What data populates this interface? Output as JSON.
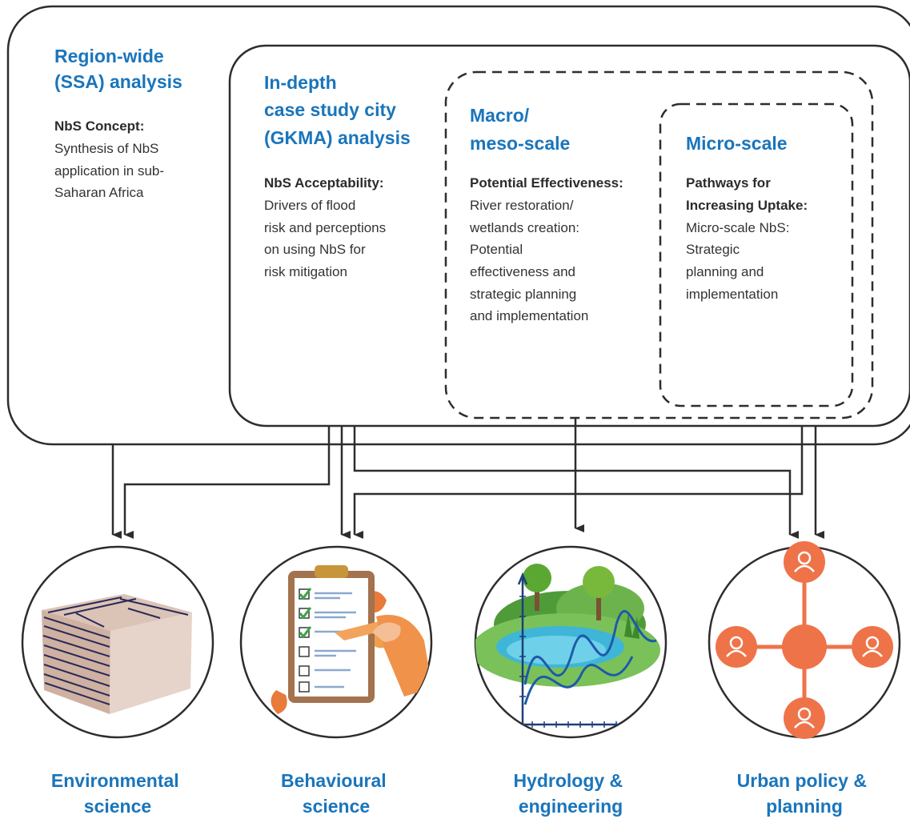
{
  "colors": {
    "heading": "#1a75bb",
    "frame": "#2d2d2d",
    "accent_orange": "#ef7349",
    "accent_green": "#5aa832",
    "accent_blue": "#1e5aa8"
  },
  "scales": {
    "region": {
      "title_lines": [
        "Region-wide",
        "(SSA) analysis"
      ],
      "label": "NbS Concept:",
      "body_lines": [
        "Synthesis of NbS",
        "application in sub-",
        "Saharan Africa"
      ]
    },
    "city": {
      "title_lines": [
        "In-depth",
        "case study city",
        "(GKMA) analysis"
      ],
      "label": "NbS Acceptability:",
      "body_lines": [
        "Drivers of flood",
        "risk and perceptions",
        "on using NbS for",
        "risk mitigation"
      ]
    },
    "macro": {
      "title_lines": [
        "Macro/",
        "meso-scale"
      ],
      "label": "Potential Effectiveness:",
      "body_lines": [
        "River restoration/",
        "wetlands creation:",
        "Potential",
        "effectiveness and",
        "strategic planning",
        "and implementation"
      ]
    },
    "micro": {
      "title_lines": [
        "Micro-scale"
      ],
      "label_lines": [
        "Pathways for",
        "Increasing Uptake:"
      ],
      "body_lines": [
        "Micro-scale NbS:",
        "Strategic",
        "planning and",
        "implementation"
      ]
    }
  },
  "disciplines": [
    {
      "id": "environmental",
      "lines": [
        "Environmental",
        "science"
      ],
      "icon": "stacked-papers-icon"
    },
    {
      "id": "behavioural",
      "lines": [
        "Behavioural",
        "science"
      ],
      "icon": "survey-clipboard-icon"
    },
    {
      "id": "hydrology",
      "lines": [
        "Hydrology &",
        "engineering"
      ],
      "icon": "river-hydrograph-icon"
    },
    {
      "id": "urban",
      "lines": [
        "Urban policy &",
        "planning"
      ],
      "icon": "stakeholder-network-icon"
    }
  ]
}
